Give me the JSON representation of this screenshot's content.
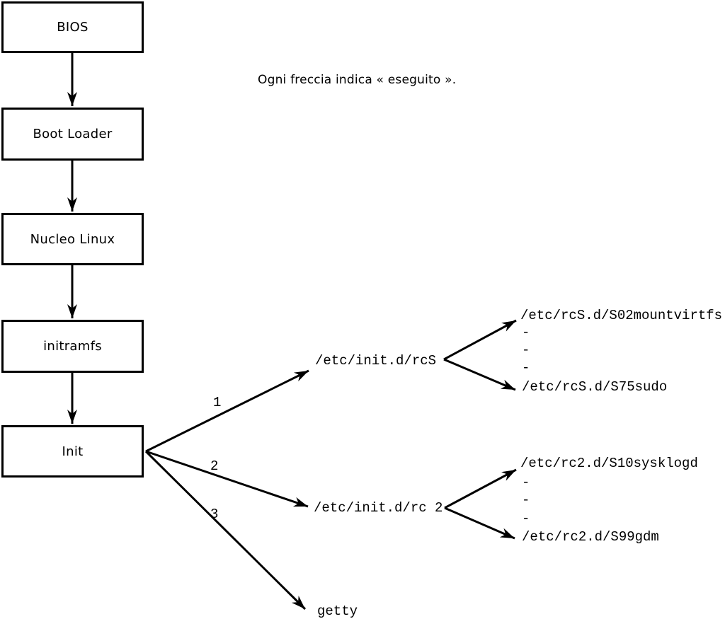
{
  "caption": "Ogni freccia indica « eseguito ».",
  "boot_chain": [
    {
      "label": "BIOS"
    },
    {
      "label": "Boot Loader"
    },
    {
      "label": "Nucleo Linux"
    },
    {
      "label": "initramfs"
    },
    {
      "label": "Init"
    }
  ],
  "init_branches": [
    {
      "order": "1",
      "target": "/etc/init.d/rcS",
      "scripts_first": "/etc/rcS.d/S02mountvirtfs",
      "ellipsis": [
        "-",
        "-",
        "-"
      ],
      "scripts_last": "/etc/rcS.d/S75sudo"
    },
    {
      "order": "2",
      "target": "/etc/init.d/rc 2",
      "scripts_first": "/etc/rc2.d/S10sysklogd",
      "ellipsis": [
        "-",
        "-",
        "-"
      ],
      "scripts_last": "/etc/rc2.d/S99gdm"
    },
    {
      "order": "3",
      "target": "getty"
    }
  ],
  "colors": {
    "foreground": "#000000",
    "background": "#ffffff"
  }
}
